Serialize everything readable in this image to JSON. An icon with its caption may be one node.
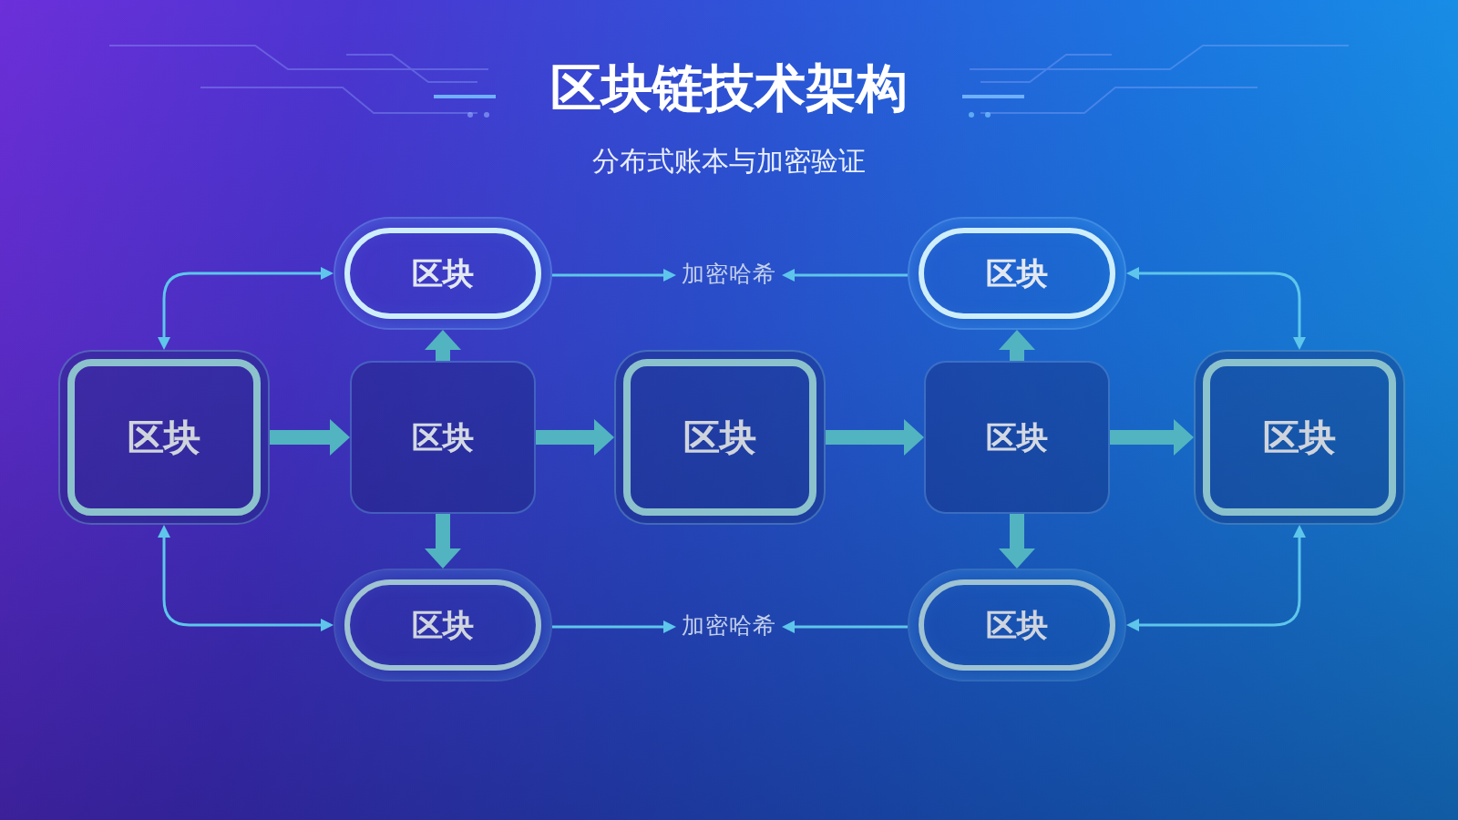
{
  "diagram": {
    "title": "区块链技术架构",
    "nodes": [
      {
        "text": [
          "区块"
        ]
      },
      {
        "text": [
          "加密哈希"
        ]
      },
      {
        "text": [
          "区块"
        ]
      },
      {
        "text": [
          "区块"
        ]
      },
      {
        "text": [
          "区块"
        ]
      },
      {
        "text": [
          "区块"
        ]
      },
      {
        "text": [
          "区块"
        ]
      },
      {
        "text": [
          "区块"
        ]
      },
      {
        "text": [
          "区块"
        ]
      },
      {
        "text": [
          "加密哈希"
        ]
      },
      {
        "text": [
          "区块"
        ]
      }
    ],
    "edges": [
      {
        "from": 0,
        "to": 1,
        "arrow": "to"
      },
      {
        "from": 2,
        "to": 1,
        "arrow": "to"
      },
      {
        "from": 8,
        "to": 9,
        "arrow": "to"
      },
      {
        "from": 10,
        "to": 9,
        "arrow": "to"
      },
      {
        "from": 3,
        "to": 0,
        "arrow": "both"
      },
      {
        "from": 3,
        "to": 8,
        "arrow": "both"
      },
      {
        "from": 7,
        "to": 2,
        "arrow": "both"
      },
      {
        "from": 7,
        "to": 10,
        "arrow": "both"
      },
      {
        "from": 4,
        "to": 0,
        "arrow": "to",
        "style": "thick",
        "color": "#52b4c0"
      },
      {
        "from": 6,
        "to": 2,
        "arrow": "to",
        "style": "thick",
        "color": "#52b4c0"
      },
      {
        "from": 4,
        "to": 8,
        "arrow": "to",
        "style": "thick",
        "color": "#52b4c0"
      },
      {
        "from": 6,
        "to": 10,
        "arrow": "to",
        "style": "thick",
        "color": "#52b4c0"
      },
      {
        "from": 3,
        "to": 4,
        "arrow": "to",
        "style": "thick",
        "color": "#52b4c0"
      },
      {
        "from": 4,
        "to": 5,
        "arrow": "to",
        "style": "thick",
        "color": "#52b4c0"
      },
      {
        "from": 5,
        "to": 6,
        "arrow": "to",
        "style": "thick",
        "color": "#52b4c0"
      },
      {
        "from": 6,
        "to": 7,
        "arrow": "to",
        "style": "thick",
        "color": "#52b4c0"
      }
    ],
    "labels": [
      "分布式账本与加密验证"
    ]
  }
}
